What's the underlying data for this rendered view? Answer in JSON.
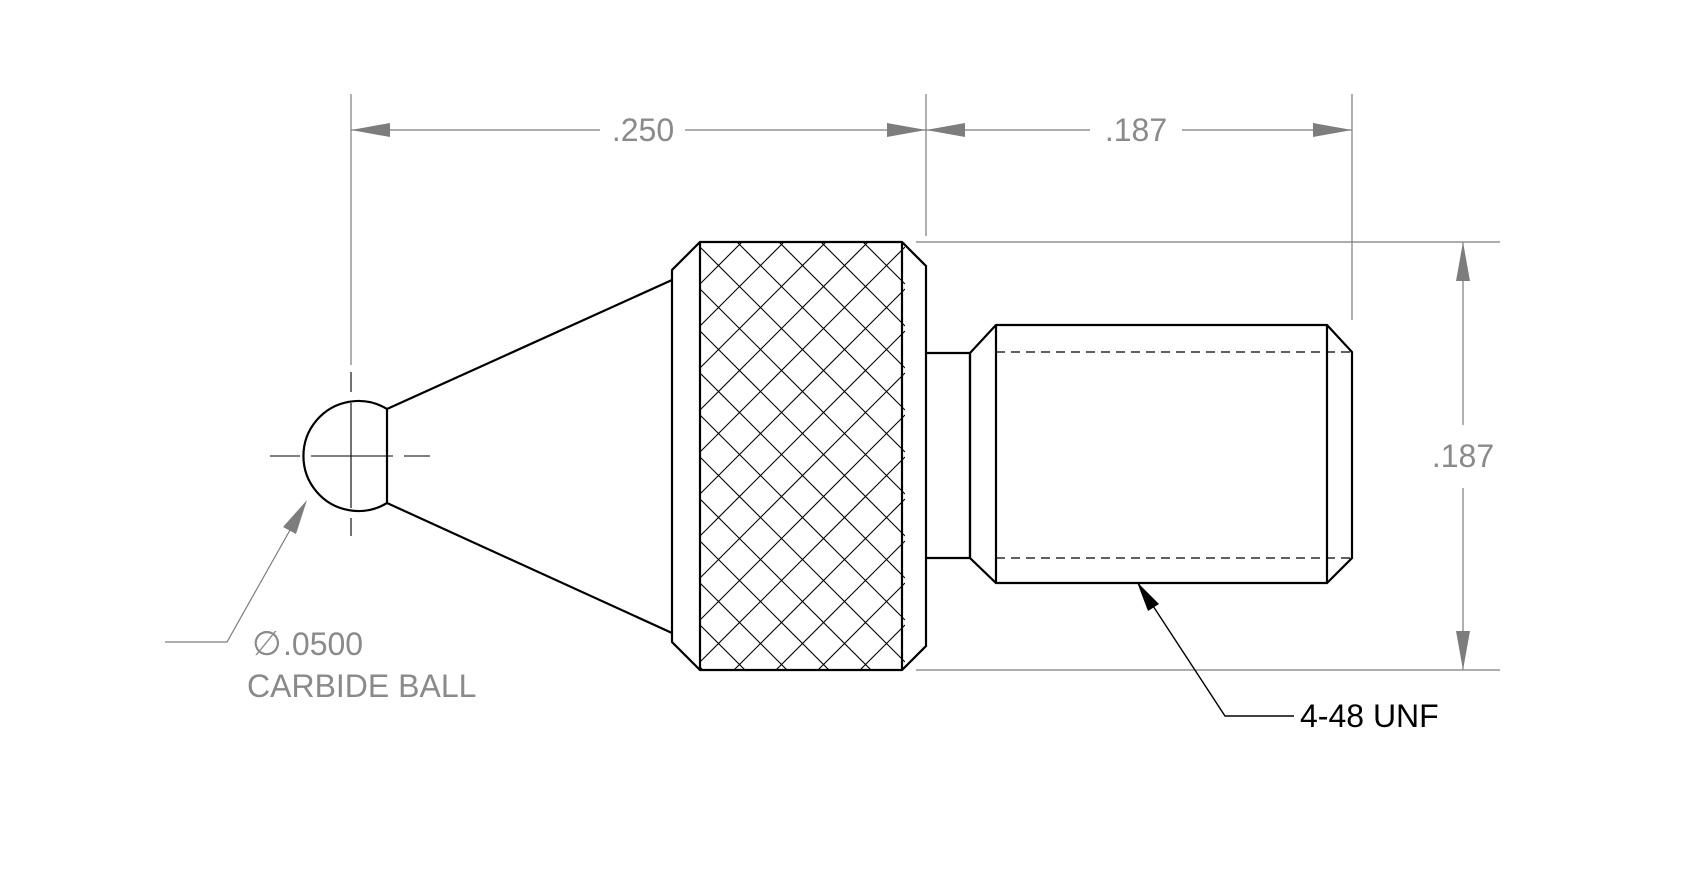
{
  "dimensions": {
    "tip_to_knurl_length": ".250",
    "thread_length": ".187",
    "body_diameter": ".187"
  },
  "callouts": {
    "ball_diameter_symbol": "∅",
    "ball_diameter_value": ".0500",
    "ball_material": "CARBIDE BALL",
    "thread_spec": "4-48 UNF"
  },
  "colors": {
    "outline": "#000000",
    "dimension_lines": "#7d7d7d",
    "dimension_text": "#8a8a8a",
    "background": "#ffffff"
  }
}
